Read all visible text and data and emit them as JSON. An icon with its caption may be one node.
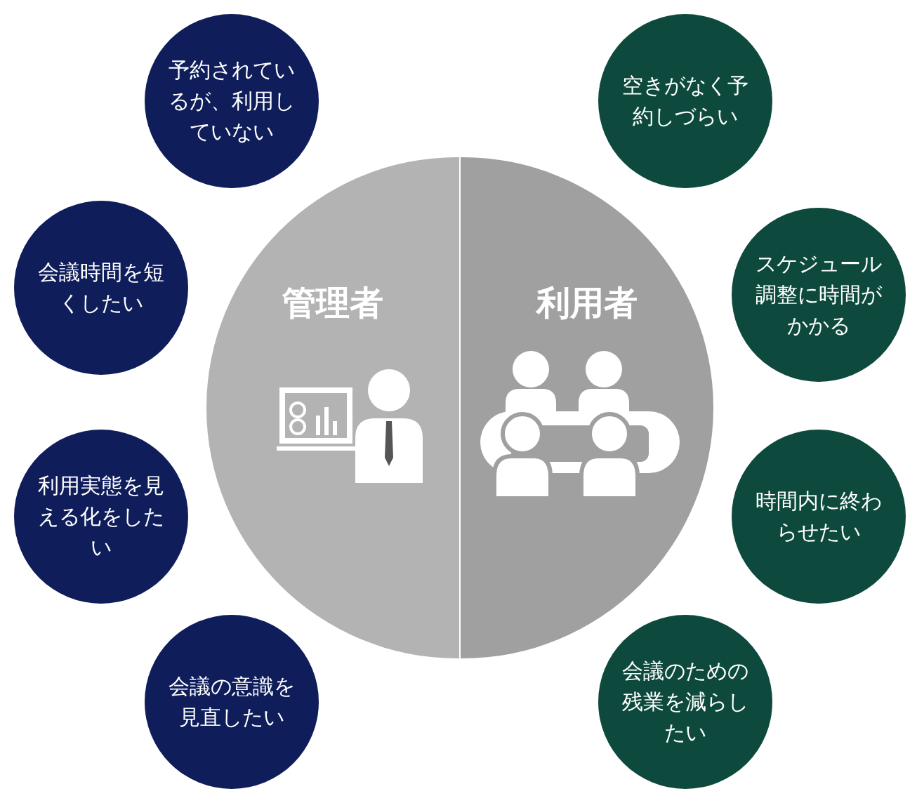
{
  "diagram": {
    "nodes": [
      {
        "text": [
          "管理者"
        ]
      },
      {
        "text": [
          "利用者"
        ]
      },
      {
        "text": [
          "予約されているが、利用していない"
        ]
      },
      {
        "text": [
          "会議時間を短くしたい"
        ]
      },
      {
        "text": [
          "利用実態を見える化をしたい"
        ]
      },
      {
        "text": [
          "会議の意識を見直したい"
        ]
      },
      {
        "text": [
          "空きがなく予約しづらい"
        ]
      },
      {
        "text": [
          "スケジュール調整に時間がかかる"
        ]
      },
      {
        "text": [
          "時間内に終わらせたい"
        ]
      },
      {
        "text": [
          "会議のための残業を減らしたい"
        ]
      }
    ],
    "edges": []
  }
}
